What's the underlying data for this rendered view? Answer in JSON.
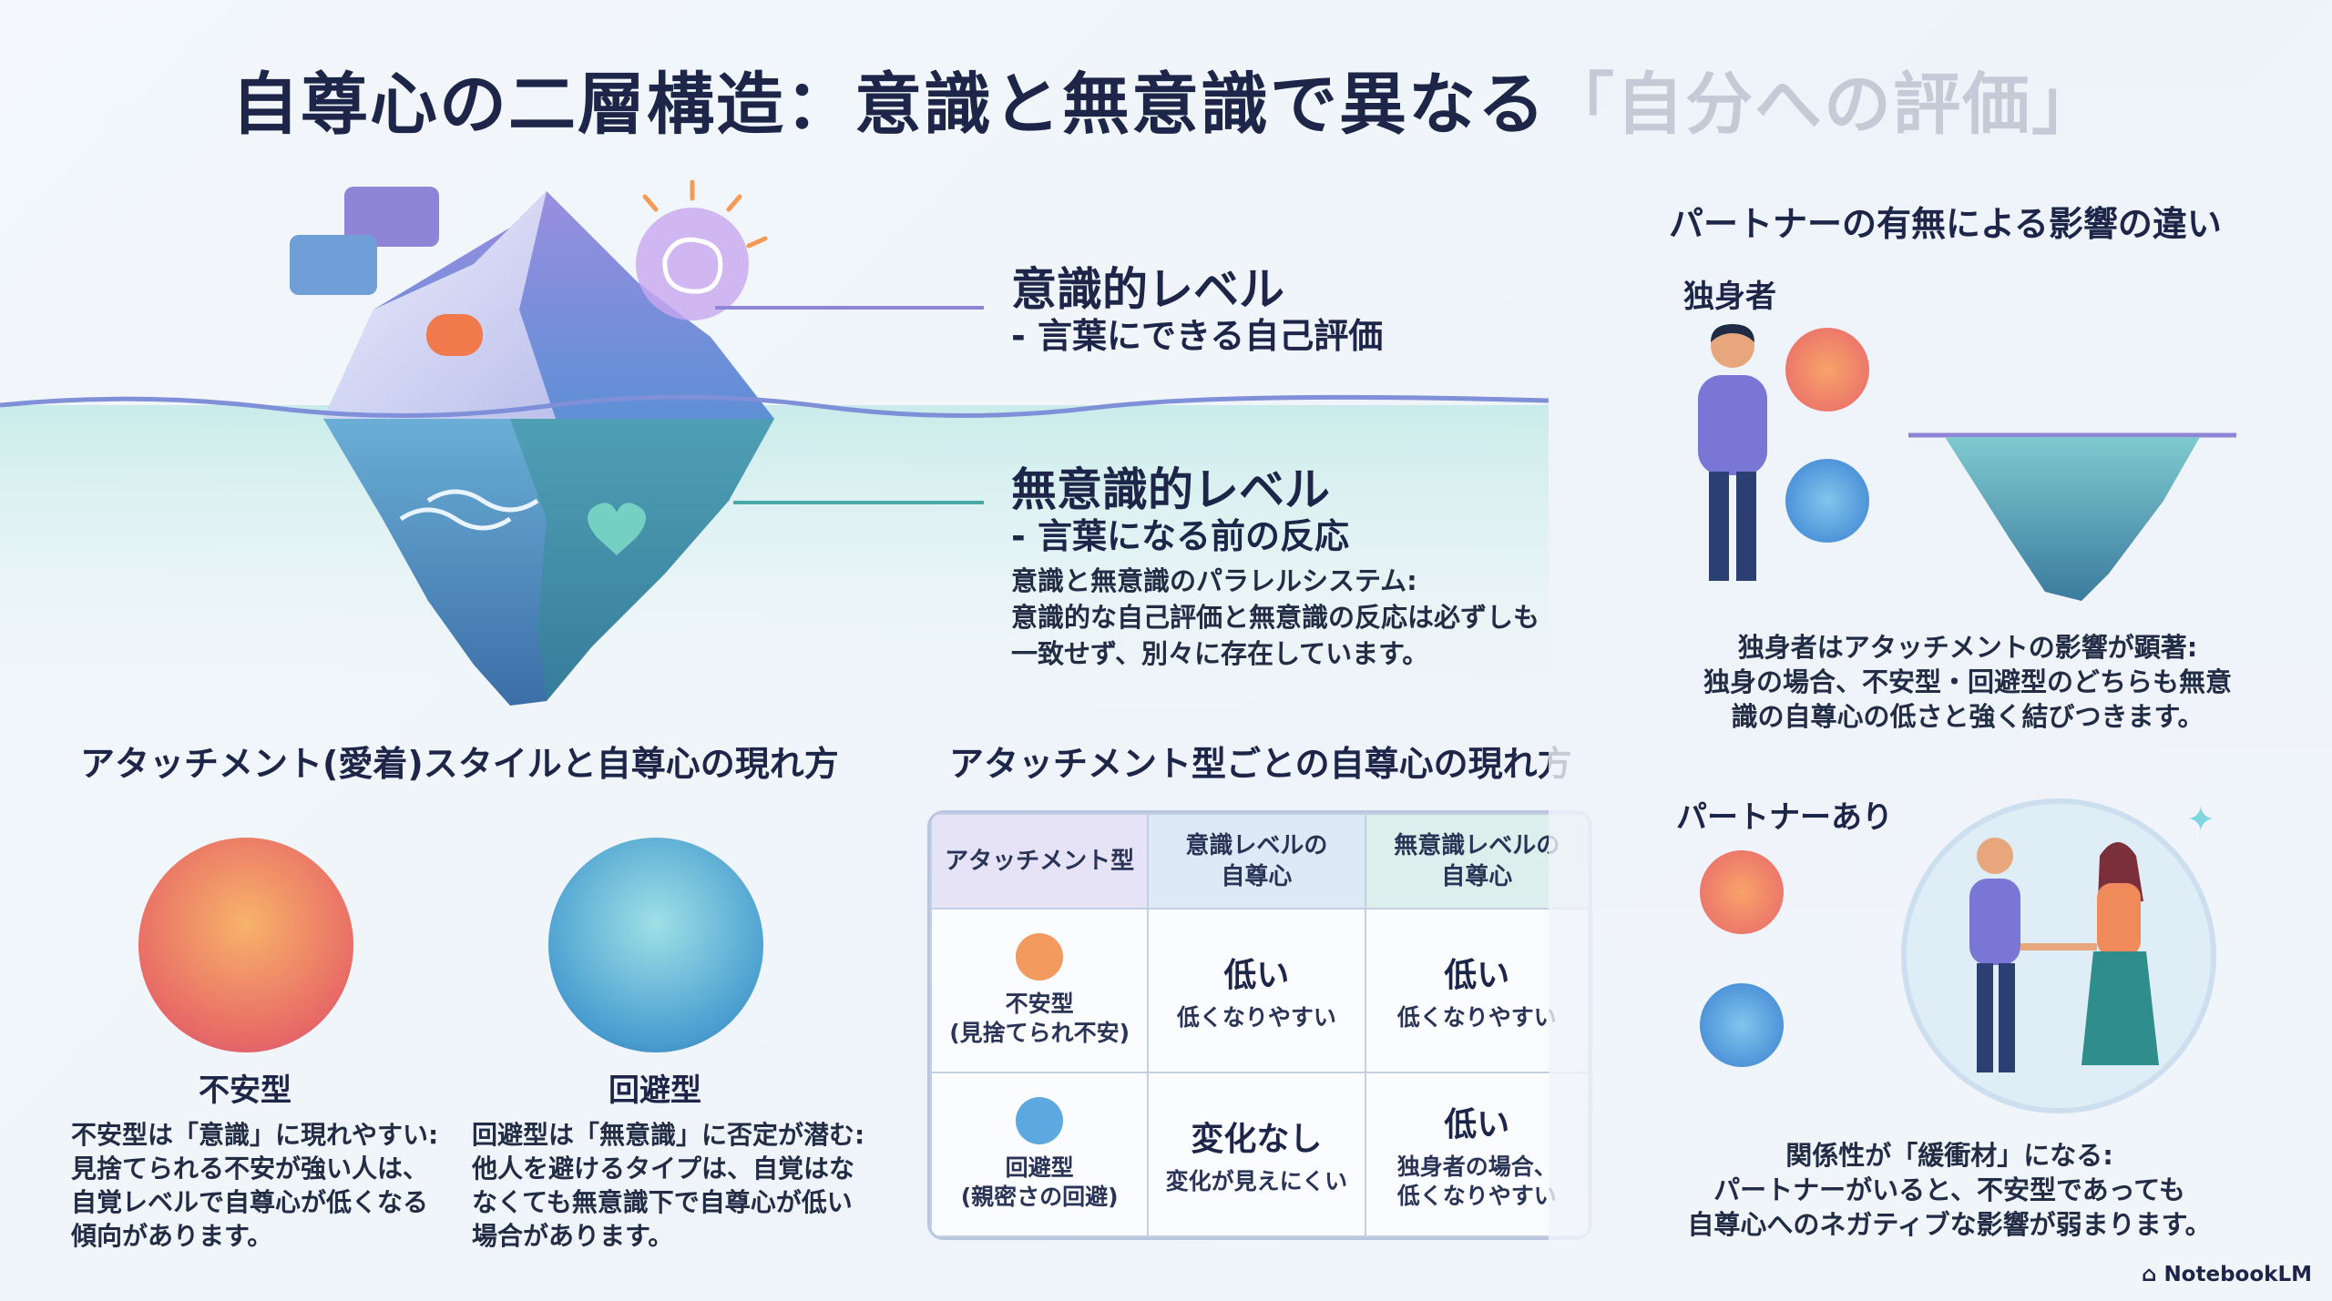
{
  "title": "自尊心の二層構造：意識と無意識で異なる「自分への評価」",
  "iceberg": {
    "conscious_title": "意識的レベル",
    "conscious_sub": "- 言葉にできる自己評価",
    "unconscious_title": "無意識的レベル",
    "unconscious_sub": "- 言葉になる前の反応",
    "note_lines": [
      "意識と無意識のパラレルシステム:",
      "意識的な自己評価と無意識の反応は必ずしも",
      "一致せず、別々に存在しています。"
    ]
  },
  "styles_section": {
    "heading": "アタッチメント(愛着)スタイルと自尊心の現れ方",
    "anxious": {
      "label": "不安型",
      "lines": [
        "不安型は「意識」に現れやすい:",
        "見捨てられる不安が強い人は、",
        "自覚レベルで自尊心が低くなる",
        "傾向があります。"
      ]
    },
    "avoidant": {
      "label": "回避型",
      "lines": [
        "回避型は「無意識」に否定が潜む:",
        "他人を避けるタイプは、自覚はな",
        "なくても無意識下で自尊心が低い",
        "場合があります。"
      ]
    }
  },
  "table": {
    "heading": "アタッチメント型ごとの自尊心の現れ方",
    "col_type": "アタッチメント型",
    "col_conscious": [
      "意識レベルの",
      "自尊心"
    ],
    "col_unconscious": [
      "無意識レベルの",
      "自尊心"
    ],
    "rows": [
      {
        "type": [
          "不安型",
          "(見捨てられ不安)"
        ],
        "conscious_big": "低い",
        "conscious_small": [
          "低くなりやすい"
        ],
        "unconscious_big": "低い",
        "unconscious_small": [
          "低くなりやすい"
        ]
      },
      {
        "type": [
          "回避型",
          "(親密さの回避)"
        ],
        "conscious_big": "変化なし",
        "conscious_small": [
          "変化が見えにくい"
        ],
        "unconscious_big": "低い",
        "unconscious_small": [
          "独身者の場合、",
          "低くなりやすい"
        ]
      }
    ]
  },
  "partner_section": {
    "heading": "パートナーの有無による影響の違い",
    "single_label": "独身者",
    "single_lines": [
      "独身者はアタッチメントの影響が顕著:",
      "独身の場合、不安型・回避型のどちらも無意",
      "識の自尊心の低さと強く結びつきます。"
    ],
    "partner_label": "パートナーあり",
    "partner_lines": [
      "関係性が「緩衝材」になる:",
      "パートナーがいると、不安型であっても",
      "自尊心へのネガティブな影響が弱まります。"
    ]
  },
  "footer": "NotebookLM",
  "colors": {
    "water": "#bfe6e6",
    "iceberg_top": "#8f84d6",
    "iceberg_bottom": "#3f7fb2",
    "accent_orange": "#f07a4c",
    "accent_blue": "#3a8fd6"
  }
}
